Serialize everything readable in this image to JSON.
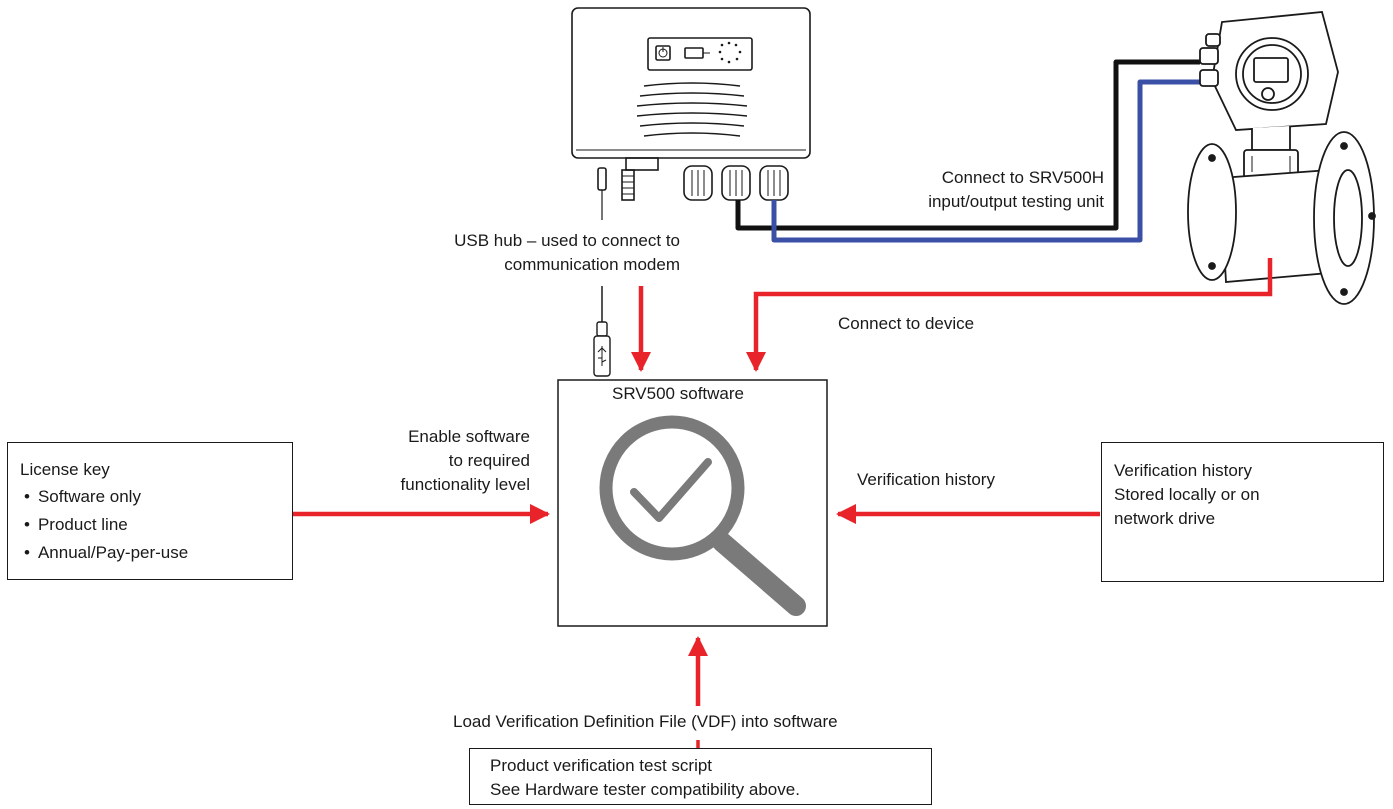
{
  "software_box": {
    "title": "SRV500 software"
  },
  "license_box": {
    "title": "License key",
    "items": [
      "Software only",
      "Product line",
      "Annual/Pay-per-use"
    ]
  },
  "history_box": {
    "lines": [
      "Verification history",
      "Stored locally or on",
      "network drive"
    ]
  },
  "vdf_box": {
    "lines": [
      "Product verification test script",
      "See Hardware tester compatibility above."
    ]
  },
  "labels": {
    "srv500h": [
      "Connect to SRV500H",
      "input/output testing unit"
    ],
    "usb": [
      "USB hub – used to connect to",
      "communication modem"
    ],
    "device": "Connect to device",
    "enable": [
      "Enable software",
      "to required",
      "functionality level"
    ],
    "history_arrow": "Verification history",
    "vdf": "Load Verification Definition File (VDF) into software"
  },
  "colors": {
    "arrow": "#e8232a",
    "cable_blue": "#3a4fa6",
    "cable_black": "#111111",
    "icon_gray": "#7a7a7a"
  },
  "icons": [
    "tester-unit-icon",
    "flowmeter-icon",
    "usb-plug-icon",
    "magnifier-check-icon"
  ]
}
